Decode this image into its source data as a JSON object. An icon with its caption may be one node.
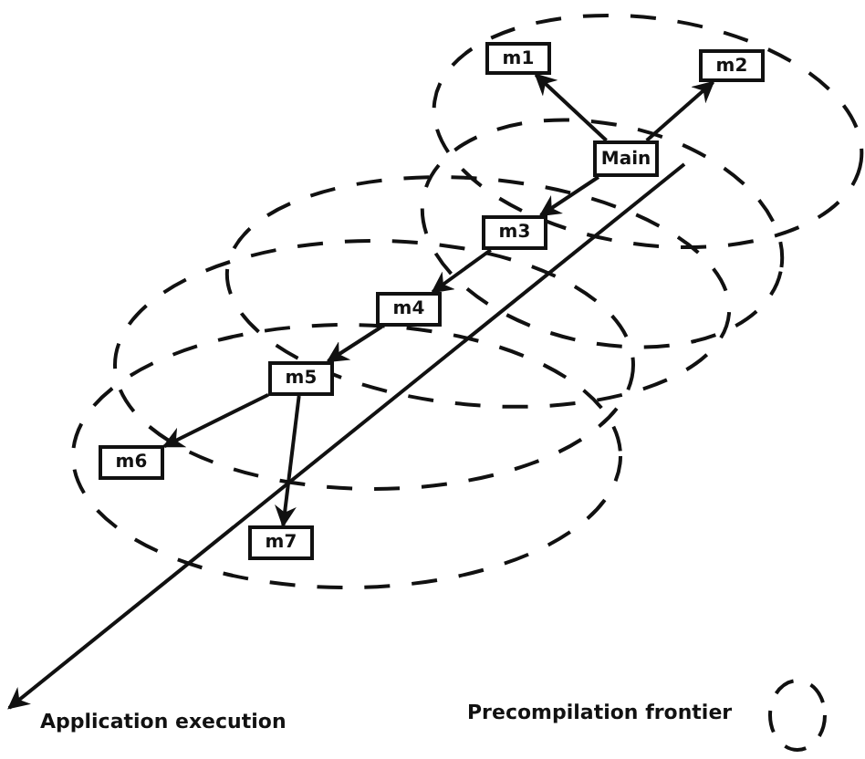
{
  "diagram": {
    "nodes": [
      {
        "text": [
          "m1"
        ]
      },
      {
        "text": [
          "m2"
        ]
      },
      {
        "text": [
          "Main"
        ]
      },
      {
        "text": [
          "m3"
        ]
      },
      {
        "text": [
          "m4"
        ]
      },
      {
        "text": [
          "m5"
        ]
      },
      {
        "text": [
          "m6"
        ]
      },
      {
        "text": [
          "m7"
        ]
      },
      {
        "text": [
          "Application execution"
        ]
      }
    ],
    "edges": [
      {
        "from": 2,
        "to": 0,
        "arrow": "to"
      },
      {
        "from": 2,
        "to": 1,
        "arrow": "to"
      },
      {
        "from": 2,
        "to": 3,
        "arrow": "to"
      },
      {
        "from": 3,
        "to": 4,
        "arrow": "to"
      },
      {
        "from": 4,
        "to": 5,
        "arrow": "to"
      },
      {
        "from": 5,
        "to": 6,
        "arrow": "to"
      },
      {
        "from": 5,
        "to": 7,
        "arrow": "to"
      },
      {
        "from": null,
        "to": 8,
        "arrow": "to"
      }
    ],
    "legend": [
      {
        "text": "Precompilation frontier"
      }
    ]
  }
}
